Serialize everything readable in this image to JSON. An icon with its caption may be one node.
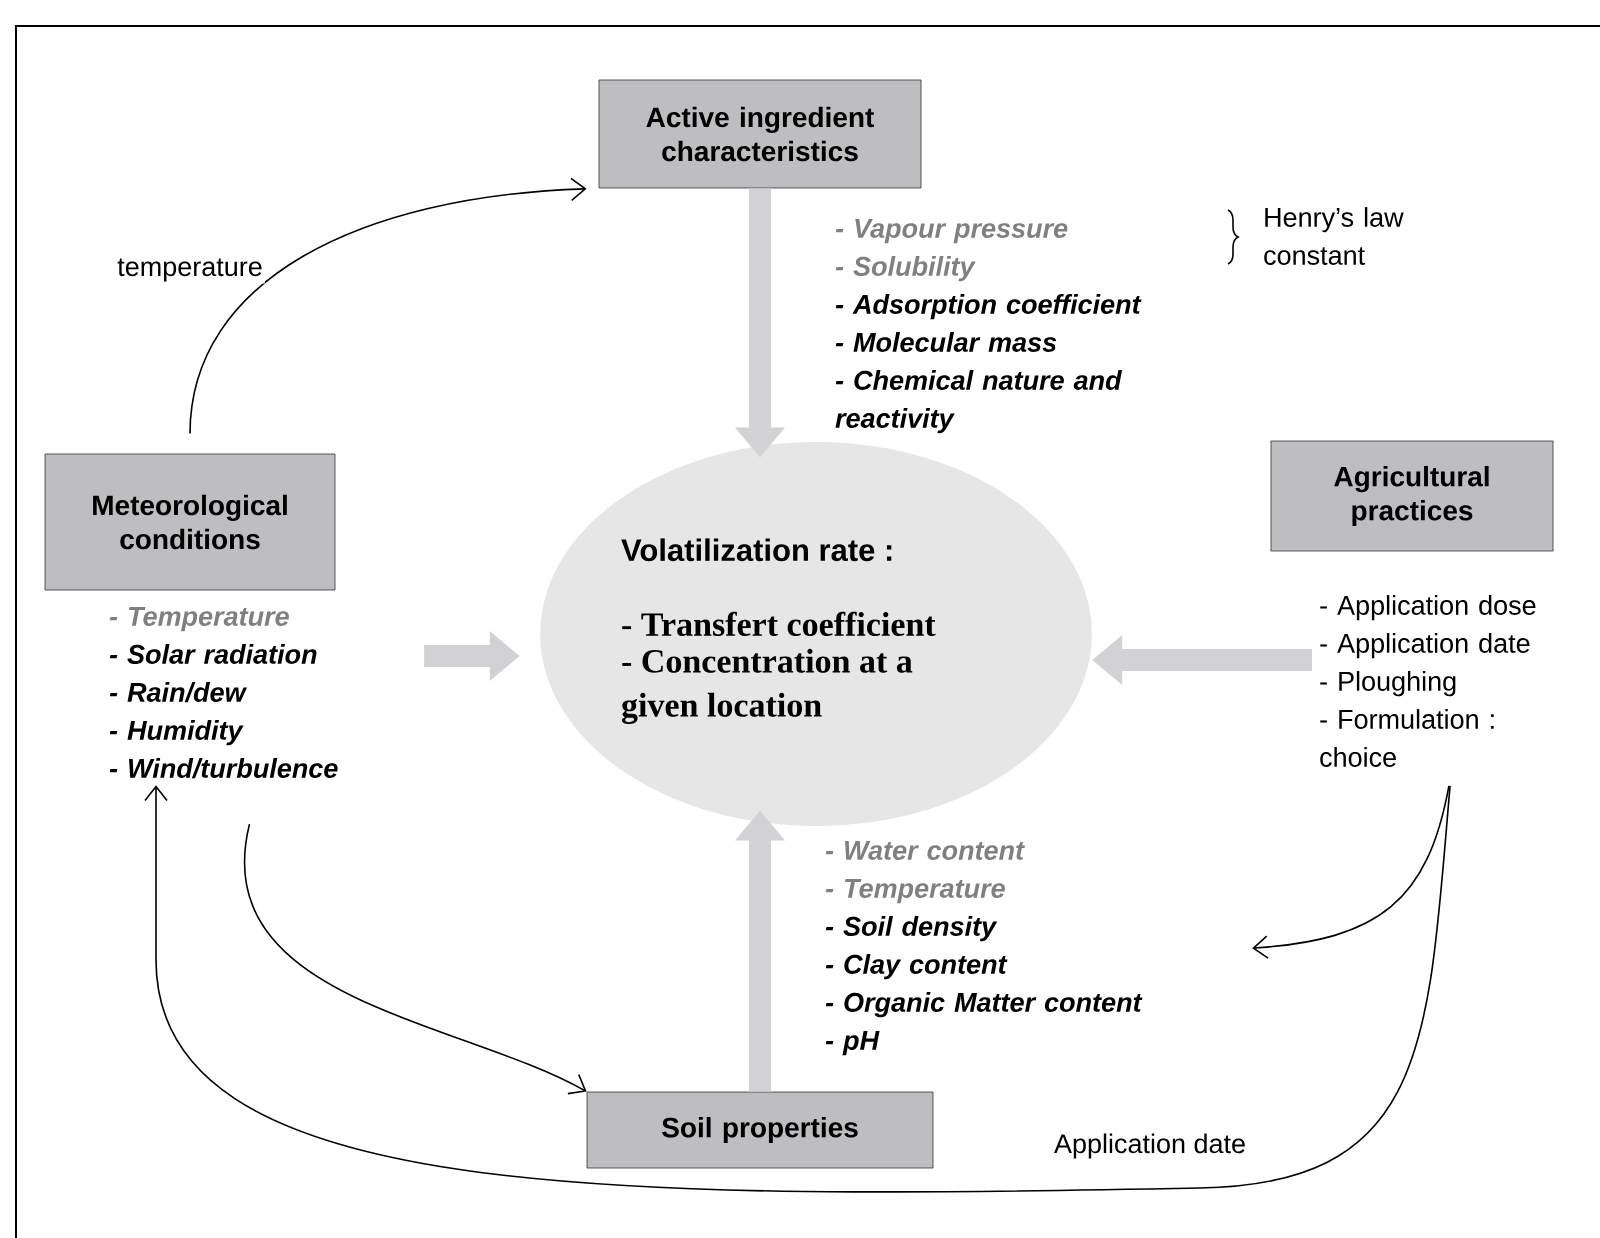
{
  "diagram": {
    "nodes": [
      {
        "text": [
          "Active ingredient characteristics"
        ]
      },
      {
        "text": [
          "- Vapour pressure",
          "- Solubility",
          "- Adsorption coefficient",
          "- Molecular mass",
          "- Chemical nature and reactivity"
        ]
      },
      {
        "text": [
          "Meteorological conditions"
        ]
      },
      {
        "text": [
          "- Temperature",
          "- Solar radiation",
          "- Rain/dew",
          "- Humidity",
          "- Wind/turbulence"
        ]
      },
      {
        "text": [
          "Volatilization rate :",
          "- Transfert coefficient",
          "- Concentration at a given location"
        ]
      },
      {
        "text": [
          "Agricultural practices"
        ]
      },
      {
        "text": [
          "- Application dose",
          "- Application date",
          "- Ploughing",
          "- Formulation : choice"
        ]
      },
      {
        "text": [
          "- Water content",
          "- Temperature",
          "- Soil density",
          "- Clay content",
          "- Organic Matter content",
          "- pH"
        ]
      },
      {
        "text": [
          "Soil properties"
        ]
      }
    ],
    "edges": [
      {
        "from": 2,
        "to": 0,
        "arrow": "to",
        "label": "temperature"
      },
      {
        "from": 0,
        "to": 4,
        "arrow": "to",
        "style": "thick",
        "color": "#d2d2d5"
      },
      {
        "from": 3,
        "to": 4,
        "arrow": "to",
        "style": "thick",
        "color": "#d2d2d5"
      },
      {
        "from": 6,
        "to": 4,
        "arrow": "to",
        "style": "thick",
        "color": "#d2d2d5"
      },
      {
        "from": 8,
        "to": 4,
        "arrow": "to",
        "style": "thick",
        "color": "#d2d2d5"
      },
      {
        "from": 3,
        "to": 8,
        "arrow": "to"
      },
      {
        "from": 6,
        "to": 7,
        "arrow": "to"
      },
      {
        "from": 6,
        "to": 3,
        "arrow": "to",
        "label": "Application date"
      }
    ],
    "labels": [
      "Henry’s law constant"
    ]
  }
}
